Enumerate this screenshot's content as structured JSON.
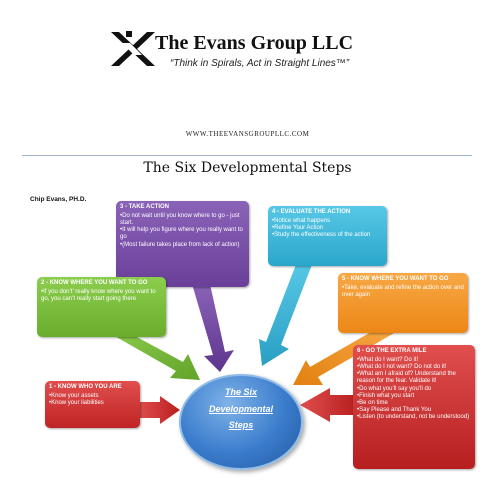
{
  "header": {
    "company_name": "The Evans Group LLC",
    "tagline": "“Think in Spirals, Act in Straight Lines™”",
    "website": "WWW.THEEVANSGROUPLLC.COM"
  },
  "document": {
    "title": "The Six Developmental Steps",
    "author": "Chip Evans, PH.D."
  },
  "diagram": {
    "center_label": "The Six\nDevelopmental\nSteps",
    "steps": [
      {
        "title": "1 - KNOW WHO YOU ARE",
        "items": [
          "Know your assets",
          "Know your liabilities"
        ]
      },
      {
        "title": "2 - KNOW WHERE YOU WANT TO GO",
        "items": [
          "If you don’t’ really know where you want to go, you can’t really start going there"
        ]
      },
      {
        "title": "3 - TAKE ACTION",
        "items": [
          "Do not wait until you know where to go - just start.",
          "It will help you figure where you really want to go",
          "(Most failure takes place from lack of action)"
        ]
      },
      {
        "title": "4 - EVALUATE THE ACTION",
        "items": [
          "Notice what happens",
          "Refine Your Action",
          "Study the effectiveness of the action"
        ]
      },
      {
        "title": "5 - KNOW WHERE YOU WANT TO GO",
        "items": [
          "Take, evaluate and refine the action over and over again"
        ]
      },
      {
        "title": "6 - GO THE EXTRA MILE",
        "items": [
          "What do I want? Do it!",
          "What do I not want? Do not do it!",
          "What am I afraid of? Understand the reason for the fear. Validate it!",
          "Do what you’ll say you’ll do",
          "Finish what you start",
          "Be on time",
          "Say Please and Thank You",
          "Listen (to understand, not be understood)"
        ]
      }
    ]
  },
  "colors": {
    "step1": "#c62a2a",
    "step2": "#76b83a",
    "step3": "#7448a6",
    "step4": "#33b0d6",
    "step5": "#f0901f",
    "step6": "#c62a2a",
    "center": "#3a7ccc"
  }
}
